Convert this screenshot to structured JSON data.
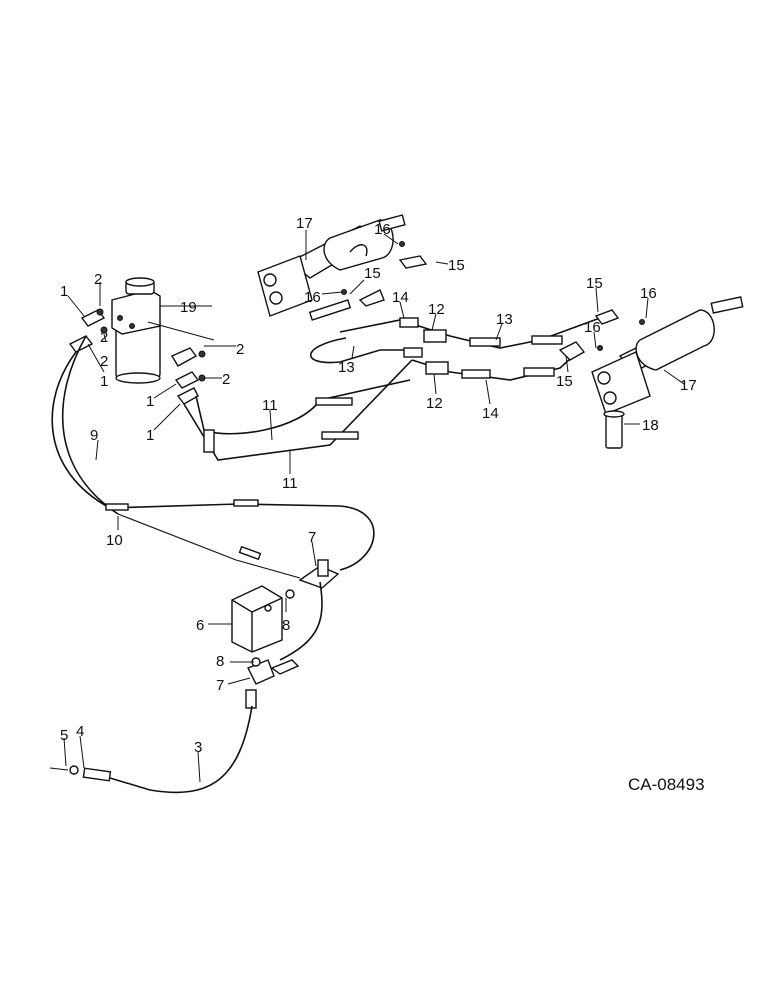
{
  "drawing_code": "CA-08493",
  "callouts": [
    {
      "id": "c1a",
      "text": "1"
    },
    {
      "id": "c1b",
      "text": "1"
    },
    {
      "id": "c1c",
      "text": "1"
    },
    {
      "id": "c1d",
      "text": "1"
    },
    {
      "id": "c2a",
      "text": "2"
    },
    {
      "id": "c2b",
      "text": "2"
    },
    {
      "id": "c2c",
      "text": "2"
    },
    {
      "id": "c2d",
      "text": "2"
    },
    {
      "id": "c2e",
      "text": "2"
    },
    {
      "id": "c3",
      "text": "3"
    },
    {
      "id": "c4",
      "text": "4"
    },
    {
      "id": "c5",
      "text": "5"
    },
    {
      "id": "c6",
      "text": "6"
    },
    {
      "id": "c7a",
      "text": "7"
    },
    {
      "id": "c7b",
      "text": "7"
    },
    {
      "id": "c8a",
      "text": "8"
    },
    {
      "id": "c8b",
      "text": "8"
    },
    {
      "id": "c9",
      "text": "9"
    },
    {
      "id": "c10",
      "text": "10"
    },
    {
      "id": "c11a",
      "text": "11"
    },
    {
      "id": "c11b",
      "text": "11"
    },
    {
      "id": "c12a",
      "text": "12"
    },
    {
      "id": "c12b",
      "text": "12"
    },
    {
      "id": "c13a",
      "text": "13"
    },
    {
      "id": "c13b",
      "text": "13"
    },
    {
      "id": "c14a",
      "text": "14"
    },
    {
      "id": "c14b",
      "text": "14"
    },
    {
      "id": "c15a",
      "text": "15"
    },
    {
      "id": "c15b",
      "text": "15"
    },
    {
      "id": "c15c",
      "text": "15"
    },
    {
      "id": "c15d",
      "text": "15"
    },
    {
      "id": "c16a",
      "text": "16"
    },
    {
      "id": "c16b",
      "text": "16"
    },
    {
      "id": "c16c",
      "text": "16"
    },
    {
      "id": "c16d",
      "text": "16"
    },
    {
      "id": "c17a",
      "text": "17"
    },
    {
      "id": "c17b",
      "text": "17"
    },
    {
      "id": "c18",
      "text": "18"
    },
    {
      "id": "c19",
      "text": "19"
    }
  ]
}
